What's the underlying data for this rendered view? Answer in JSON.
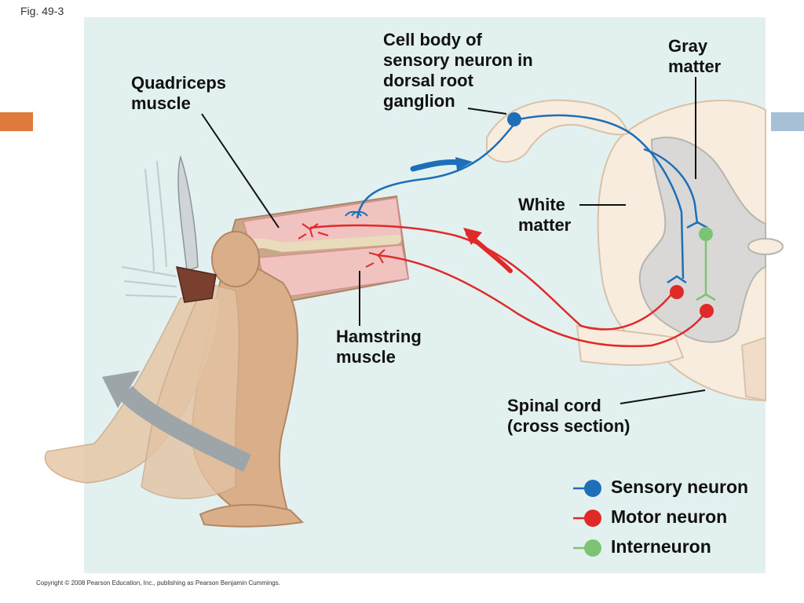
{
  "figure": {
    "label": "Fig. 49-3"
  },
  "labels": {
    "cell_body": [
      "Cell body of",
      "sensory neuron in",
      "dorsal root",
      "ganglion"
    ],
    "gray_matter": [
      "Gray",
      "matter"
    ],
    "quadriceps": [
      "Quadriceps",
      "muscle"
    ],
    "white_matter": [
      "White",
      "matter"
    ],
    "hamstring": [
      "Hamstring",
      "muscle"
    ],
    "spinal_cord": [
      "Spinal cord",
      "(cross section)"
    ]
  },
  "legend": [
    {
      "label": "Sensory neuron",
      "color": "#1d6fb8"
    },
    {
      "label": "Motor neuron",
      "color": "#e02a2a"
    },
    {
      "label": "Interneuron",
      "color": "#7cc474"
    }
  ],
  "copyright": "Copyright © 2008 Pearson Education, Inc., publishing as Pearson Benjamin Cummings."
}
